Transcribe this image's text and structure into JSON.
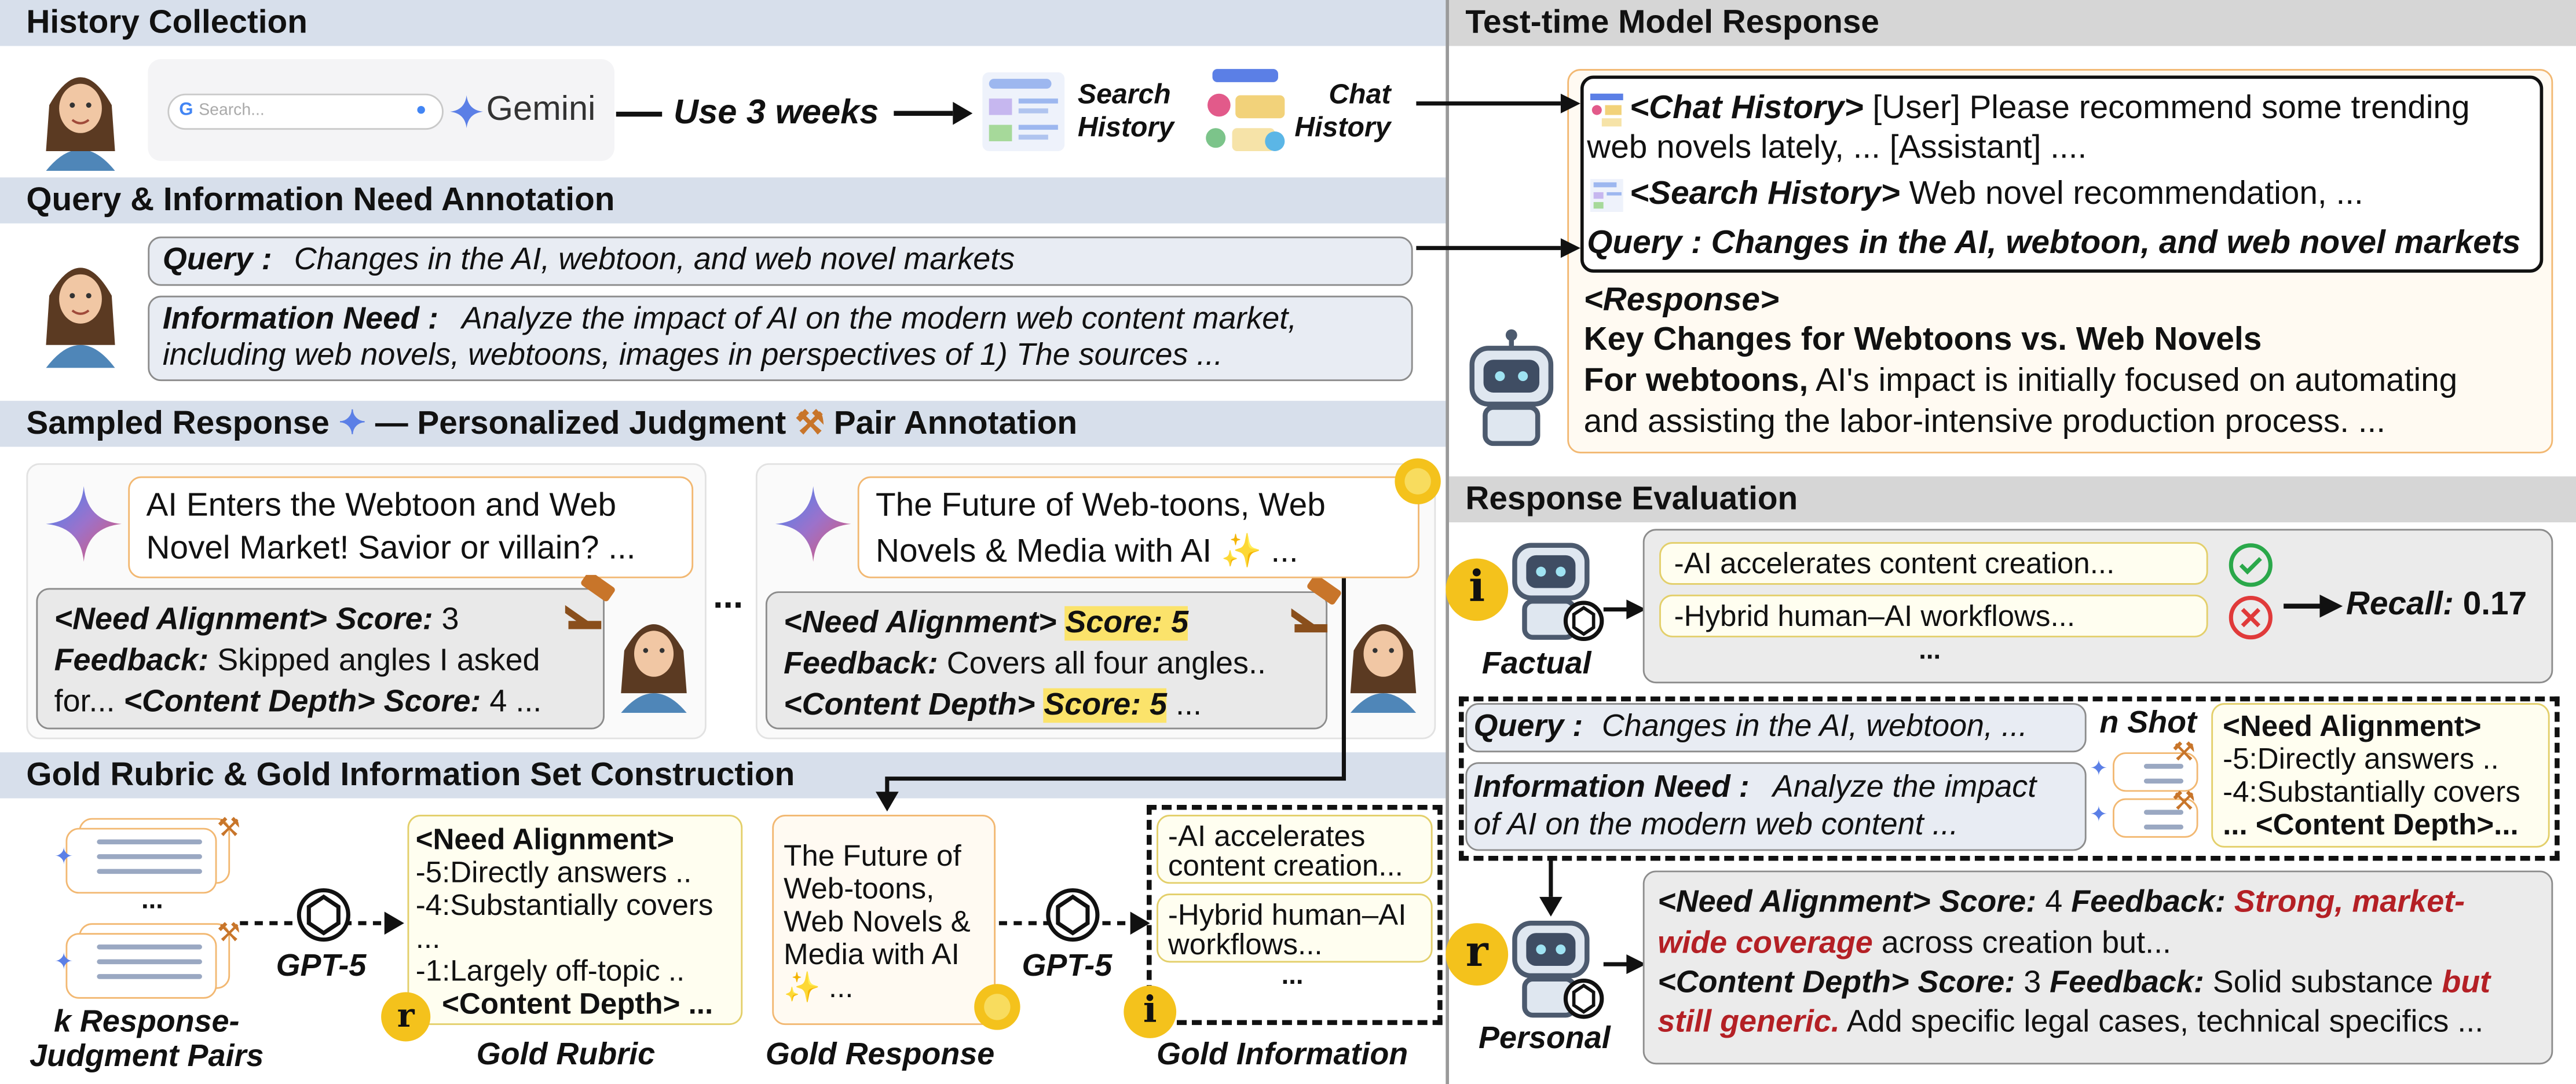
{
  "sections": {
    "history": "History Collection",
    "query_ann": "Query & Information Need Annotation",
    "sampled_a": "Sampled Response",
    "sampled_b": "— Personalized Judgment",
    "sampled_c": "Pair Annotation",
    "gold": "Gold Rubric & Gold Information Set Construction",
    "test": "Test-time Model Response",
    "eval": "Response Evaluation"
  },
  "history": {
    "search_placeholder": "Search...",
    "gemini": "Gemini",
    "use_weeks": "Use 3 weeks",
    "search_history": [
      "Search",
      "History"
    ],
    "chat_history": [
      "Chat",
      "History"
    ]
  },
  "query": {
    "label": "Query :",
    "text": "Changes in the AI, webtoon, and web novel markets",
    "need_label": "Information Need :",
    "need_line1": "Analyze the impact of AI on the modern web content market,",
    "need_line2": "including web novels, webtoons, images in perspectives of 1) The sources ..."
  },
  "sample1": {
    "line1": "AI Enters the Webtoon and Web",
    "line2": "Novel Market! Savior or villain? ...",
    "na_label": "<Need Alignment> Score:",
    "na_score": "3",
    "fb_label": "Feedback:",
    "fb_text": "Skipped angles I asked",
    "line3_a": "for...",
    "cd_label": "<Content Depth> Score:",
    "cd_score": "4 ..."
  },
  "ellipsis": "...",
  "sample2": {
    "line1": "The Future of Web-toons, Web",
    "line2": "Novels & Media with AI ✨ ...",
    "na_label": "<Need Alignment>",
    "na_score": "Score: 5",
    "fb_label": "Feedback:",
    "fb_text": "Covers all four angles..",
    "cd_label": "<Content Depth>",
    "cd_score": "Score: 5",
    "cd_tail": "..."
  },
  "gold": {
    "k_pairs": [
      "k Response-",
      "Judgment Pairs"
    ],
    "gpt": "GPT-5",
    "rubric_lines": [
      "<Need Alignment>",
      "-5:Directly answers ..",
      "-4:Substantially covers",
      "...",
      "-1:Largely off-topic ..",
      "<Content Depth> ..."
    ],
    "rubric_caption": "Gold Rubric",
    "response_lines": [
      "The Future of",
      "Web-toons,",
      "Web Novels &",
      "Media with AI",
      "✨ ..."
    ],
    "response_caption": "Gold Response",
    "info_items": [
      [
        "-AI accelerates",
        "content creation..."
      ],
      [
        "-Hybrid human–AI",
        "workflows..."
      ]
    ],
    "info_caption": "Gold Information",
    "badge_r": "r",
    "badge_i": "i"
  },
  "test": {
    "chat_label": "<Chat History>",
    "chat_text1": "[User] Please recommend some trending",
    "chat_text2": "web novels lately, ... [Assistant] ....",
    "search_label": "<Search History>",
    "search_text": "Web novel recommendation, ...",
    "query_line": "Query : Changes in the AI, webtoon, and web novel markets",
    "response_label": "<Response>",
    "response_title": "Key Changes for Webtoons vs. Web Novels",
    "resp_bold": "For webtoons,",
    "resp_text1": "AI's impact is initially focused on automating",
    "resp_text2": "and assisting the labor-intensive production process. ..."
  },
  "eval": {
    "factual_caption": "Factual",
    "fact_items": [
      "-AI accelerates content creation...",
      "-Hybrid human–AI workflows..."
    ],
    "fact_more": "...",
    "recall_label": "Recall:",
    "recall_value": "0.17",
    "q_label": "Query :",
    "q_text": "Changes in the AI, webtoon, ...",
    "need_label": "Information Need :",
    "need_text1": "Analyze the impact",
    "need_text2": "of AI on the modern web content ...",
    "nshot": "n Shot",
    "rubric_lines": [
      "<Need Alignment>",
      "-5:Directly answers ..",
      "-4:Substantially covers",
      "... <Content Depth>..."
    ],
    "personal_caption": "Personal",
    "p_na_label": "<Need Alignment> Score:",
    "p_na_score": "4",
    "p_fb_label": "Feedback:",
    "p_fb_red1": "Strong, market-",
    "p_fb_red2": "wide coverage",
    "p_fb_text": "across creation but...",
    "p_cd_label": "<Content Depth> Score:",
    "p_cd_score": "3",
    "p_fb2_label": "Feedback:",
    "p_fb2_text": "Solid substance",
    "p_fb2_red1": "but",
    "p_fb2_red2": "still generic.",
    "p_fb2_tail": "Add specific legal cases, technical specifics ..."
  },
  "colors": {
    "header_blue": "#d7dfeb",
    "header_gray": "#d6d6d6",
    "orange_border": "#f2b872",
    "yellow_badge": "#f4c21c",
    "highlight": "#fbe36b",
    "red_text": "#b42025"
  }
}
